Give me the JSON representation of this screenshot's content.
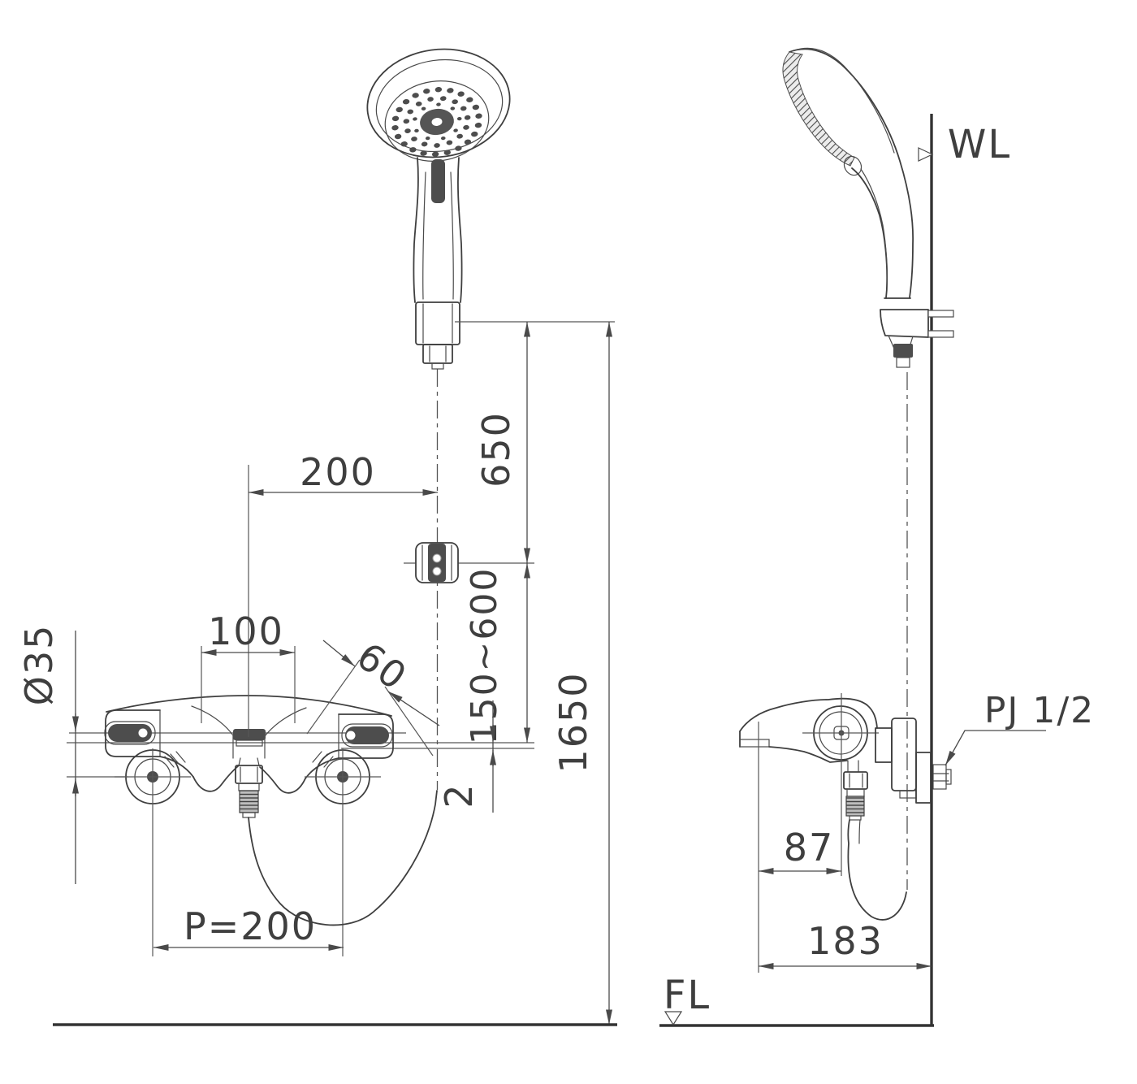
{
  "drawing": {
    "background": "#ffffff",
    "line_color": "#3f3f3f",
    "dim_color": "#4a4a4a",
    "front_view": {
      "dims": {
        "hook_offset": "200",
        "hook_height": "650",
        "inlet_spacing": "100",
        "cap_diagonal": "60",
        "union_diameter": "Ø35",
        "slide_adjust_range": "150~600",
        "center_offset": "2",
        "overall_height": "1650",
        "inlet_pitch": "P=200"
      }
    },
    "side_view": {
      "dims": {
        "spout_to_hose_center": "87",
        "spout_to_wall": "183"
      },
      "labels": {
        "pipe_thread": "PJ 1/2",
        "wall_line": "WL",
        "floor_line": "FL"
      }
    }
  }
}
